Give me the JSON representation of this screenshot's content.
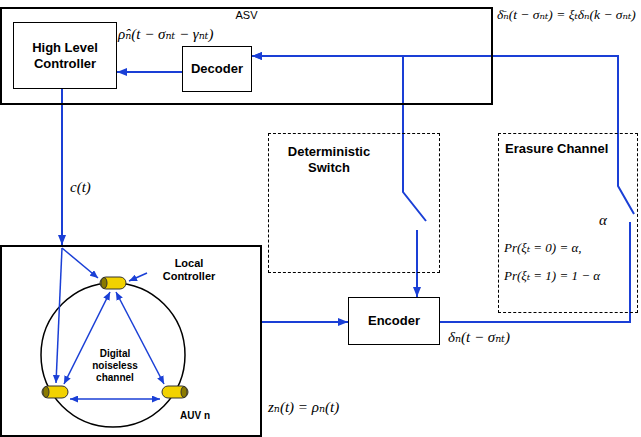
{
  "diagram": {
    "nodes": [
      {
        "text": [
          "ASV"
        ]
      },
      {
        "text": [
          "High Level Controller"
        ],
        "in": 0
      },
      {
        "text": [
          "Decoder"
        ],
        "in": 0
      },
      {
        "text": [
          "Deterministic Switch"
        ]
      },
      {
        "text": [
          "Erasure Channel",
          "α",
          "Pr(ξₜ = 0) = α,",
          "Pr(ξₜ = 1) = 1 − α"
        ]
      },
      {
        "text": [
          "Local Controller",
          "Digital noiseless channel",
          "AUV n"
        ]
      },
      {
        "text": [
          "Encoder"
        ]
      }
    ],
    "edges": [
      {
        "from": 2,
        "to": 1,
        "arrow": "to",
        "label": "ρ̂ₙ(t − σₙₜ − γₙₜ)"
      },
      {
        "from": 1,
        "to": 5,
        "arrow": "to",
        "label": "c(t)"
      },
      {
        "from": 5,
        "to": 6,
        "arrow": "to",
        "label": "zₙ(t) = ρₙ(t)"
      },
      {
        "from": 6,
        "to": 4,
        "arrow": "none",
        "label": "δₙ(t − σₙₜ)"
      },
      {
        "from": 4,
        "to": 2,
        "arrow": "to",
        "label": "δ̄ₙ(t − σₙₜ) = ξₜδₙ(k − σₙₜ)"
      },
      {
        "from": 3,
        "to": 2,
        "arrow": "to"
      },
      {
        "from": 3,
        "to": 6,
        "arrow": "to"
      }
    ]
  }
}
